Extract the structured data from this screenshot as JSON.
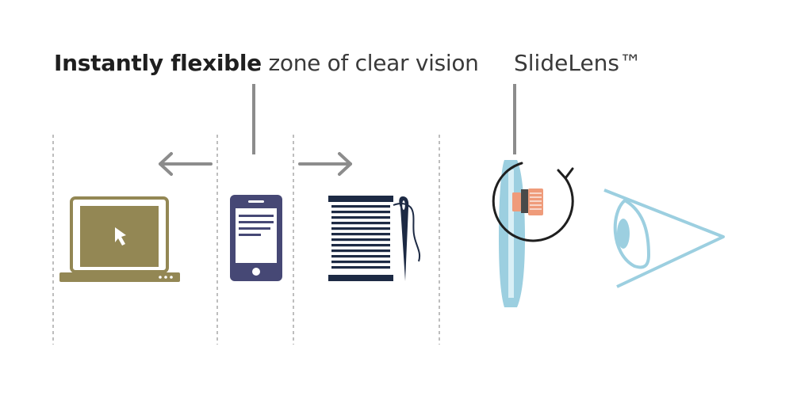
{
  "headline": {
    "bold": "Instantly flexible",
    "regular": " zone of clear vision"
  },
  "product_label": "SlideLens™",
  "icons": [
    "laptop-icon",
    "smartphone-icon",
    "thread-spool-needle-icon",
    "slide-lens-icon",
    "rotate-arrow-icon",
    "eye-icon"
  ],
  "colors": {
    "laptop": "#938754",
    "phone": "#464875",
    "spool": "#1d2a44",
    "lens": "#9ccfe0",
    "slider": "#ef9b7a",
    "pointer_line": "#8c8c8c",
    "arrow": "#8c8c8c",
    "divider": "#a8a8a8",
    "text": "#1f1f1f"
  }
}
